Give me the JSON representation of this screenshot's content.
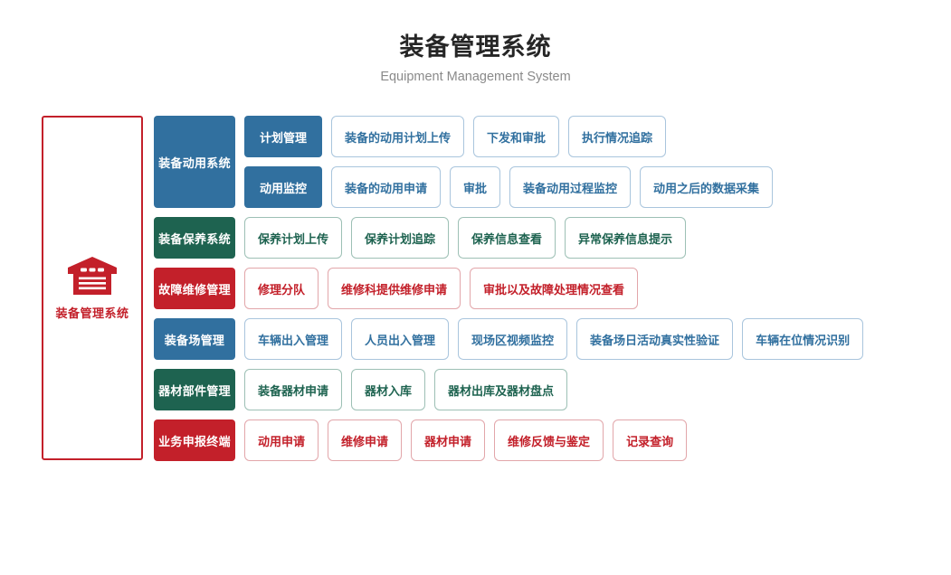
{
  "header": {
    "title": "装备管理系统",
    "subtitle": "Equipment Management System"
  },
  "left_panel": {
    "icon": "warehouse-icon",
    "label": "装备管理系统",
    "border_color": "#c3202a"
  },
  "colors": {
    "blue": "#31709f",
    "green": "#1e6350",
    "red": "#c3202a",
    "card_border_blue": "#a9c5dd",
    "card_border_green": "#9dc0b5",
    "card_border_red": "#e2a6aa",
    "title_text": "#262626",
    "subtitle_text": "#8a8a8a"
  },
  "rows": [
    {
      "module": "装备动用系统",
      "color": "blue",
      "lines": [
        {
          "subblock": "计划管理",
          "cards": [
            "装备的动用计划上传",
            "下发和审批",
            "执行情况追踪"
          ]
        },
        {
          "subblock": "动用监控",
          "cards": [
            "装备的动用申请",
            "审批",
            "装备动用过程监控",
            "动用之后的数据采集"
          ]
        }
      ]
    },
    {
      "module": "装备保养系统",
      "color": "green",
      "cards": [
        "保养计划上传",
        "保养计划追踪",
        "保养信息查看",
        "异常保养信息提示"
      ]
    },
    {
      "module": "故障维修管理",
      "color": "red",
      "cards": [
        "修理分队",
        "维修科提供维修申请",
        "审批以及故障处理情况查看"
      ]
    },
    {
      "module": "装备场管理",
      "color": "blue",
      "cards": [
        "车辆出入管理",
        "人员出入管理",
        "现场区视频监控",
        "装备场日活动真实性验证",
        "车辆在位情况识别"
      ]
    },
    {
      "module": "器材部件管理",
      "color": "green",
      "cards": [
        "装备器材申请",
        "器材入库",
        "器材出库及器材盘点"
      ]
    },
    {
      "module": "业务申报终端",
      "color": "red",
      "cards": [
        "动用申请",
        "维修申请",
        "器材申请",
        "维修反馈与鉴定",
        "记录查询"
      ]
    }
  ]
}
